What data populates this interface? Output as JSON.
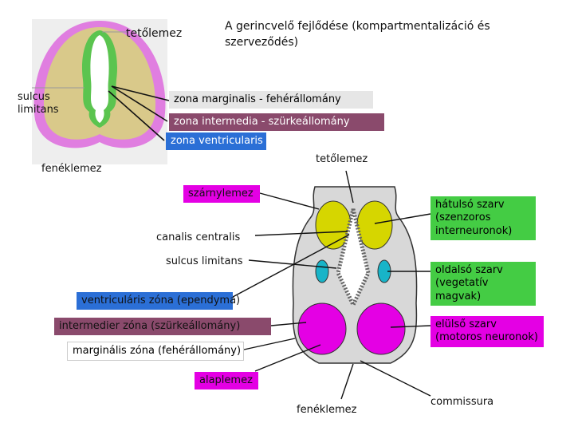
{
  "title": "A gerincvelő fejlődése (kompartmentalizáció és szerveződés)",
  "top_figure": {
    "tetolemez": "tetőlemez",
    "sulcus_limitans": "sulcus limitans",
    "feneklemez": "fenéklemez"
  },
  "zones_top": {
    "marginalis": "zona marginalis - fehérállomány",
    "intermedia": "zona intermedia - szürkeállomány",
    "ventricularis": "zona ventricularis"
  },
  "bottom_figure": {
    "tetolemez": "tetőlemez",
    "szarnylemez": "szárnylemez",
    "canalis_centralis": "canalis centralis",
    "sulcus_limitans": "sulcus limitans",
    "ventricularis_zona": "ventriculáris zóna (ependyma)",
    "intermedier_zona": "intermedier zóna (szürkeállomány)",
    "marginalis_zona": "marginális zóna (fehérállomány)",
    "alaplemez": "alaplemez",
    "feneklemez": "fenéklemez",
    "commissura": "commissura"
  },
  "horns": {
    "hatulso": "hátulsó szarv (szenzoros interneuronok)",
    "oldalso": "oldalsó szarv (vegetatív magvak)",
    "elulso": "elülső szarv (motoros neuronok)"
  },
  "colors": {
    "white_matter": "#e07ee0",
    "gray_matter": "#d9c98a",
    "ventricular": "#5bc44f",
    "ventricular_box": "#2b6fd6",
    "intermedier_box": "#8a4a6c",
    "magenta": "#e400e4",
    "olive": "#d6d600",
    "cyan": "#18b4c8",
    "bg_gray": "#d8d8d8",
    "green_box": "#44cc44"
  }
}
